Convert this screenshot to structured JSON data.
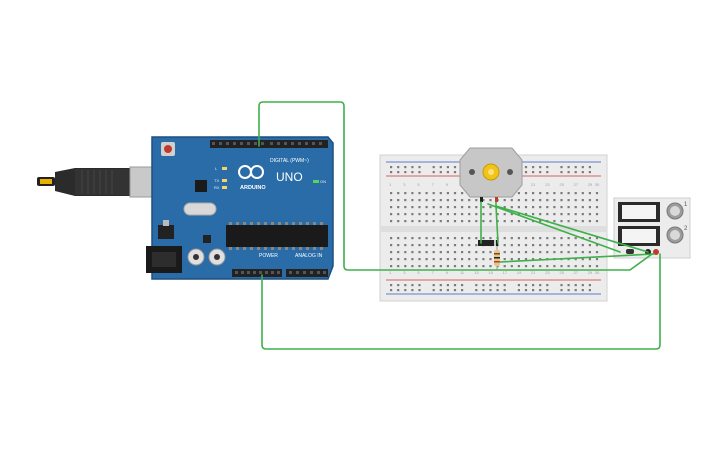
{
  "arduino": {
    "brand": "ARDUINO",
    "model": "UNO",
    "digital_label": "DIGITAL (PWM~)",
    "power_label": "POWER",
    "analog_label": "ANALOG IN",
    "on_label": "ON",
    "led_labels": [
      "L",
      "TX",
      "RX"
    ]
  },
  "breadboard": {
    "columns": [
      "1",
      "2",
      "3",
      "4",
      "5",
      "6",
      "7",
      "8",
      "9",
      "10",
      "11",
      "12",
      "13",
      "14",
      "15",
      "16",
      "17",
      "18",
      "19",
      "20",
      "21",
      "22",
      "23",
      "24",
      "25",
      "26",
      "27",
      "28",
      "29",
      "30"
    ],
    "rows_top": [
      "j",
      "i",
      "h",
      "g",
      "f"
    ],
    "rows_bottom": [
      "e",
      "d",
      "c",
      "b",
      "a"
    ]
  },
  "power_supply": {
    "terminal_labels": [
      "1",
      "2"
    ]
  },
  "colors": {
    "wire": "#3fb04a",
    "board": "#2a6ca8",
    "board_dark": "#1d4f7f",
    "breadboard": "#ececec",
    "rail_red": "#d53030",
    "rail_blue": "#2f55c4"
  }
}
